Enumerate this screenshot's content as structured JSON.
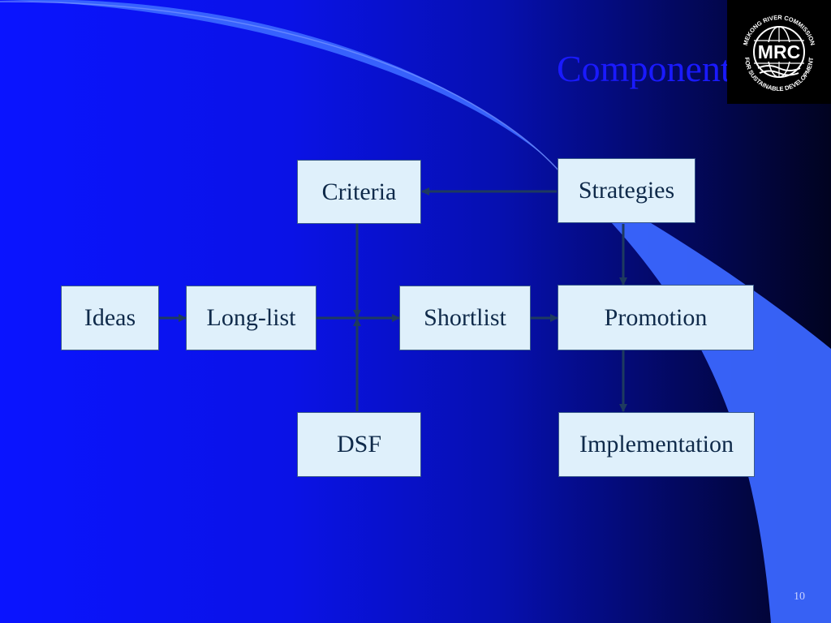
{
  "slide": {
    "title": "Components",
    "page_number": "10"
  },
  "logo": {
    "label": "MRC",
    "arc_top": "MEKONG RIVER COMMISSION",
    "arc_bottom": "FOR SUSTAINABLE DEVELOPMENT"
  },
  "diagram": {
    "nodes": {
      "criteria": "Criteria",
      "strategies": "Strategies",
      "ideas": "Ideas",
      "longlist": "Long-list",
      "shortlist": "Shortlist",
      "promotion": "Promotion",
      "dsf": "DSF",
      "implementation": "Implementation"
    }
  },
  "colors": {
    "box_fill": "#dff0fb",
    "box_text": "#0f2a4a",
    "connector": "#1e3a5f",
    "title": "#1a1aff",
    "swoosh": "#3a66ff"
  }
}
